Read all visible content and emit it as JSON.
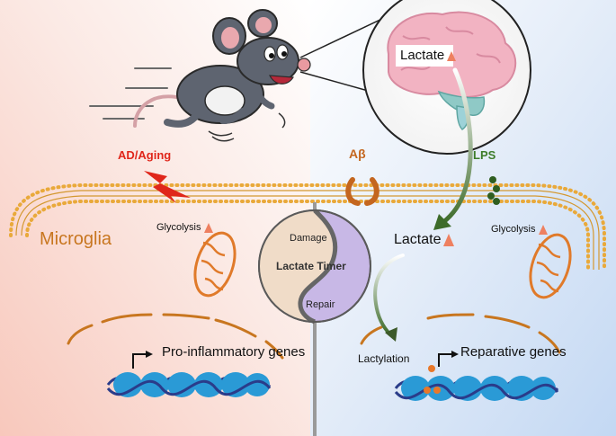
{
  "labels": {
    "brain_lactate": "Lactate",
    "ad_aging": "AD/Aging",
    "abeta": "Aβ",
    "lps": "LPS",
    "microglia": "Microglia",
    "glycolysis_left": "Glycolysis",
    "glycolysis_right": "Glycolysis",
    "lactate_center": "Lactate",
    "timer_damage": "Damage",
    "timer_title": "Lactate Timer",
    "timer_repair": "Repair",
    "pro_inflammatory": "Pro-inflammatory genes",
    "lactylation": "Lactylation",
    "reparative": "Reparative genes"
  },
  "icons": {
    "increase": "up-arrow-icon",
    "stimulus": "lightning-icon",
    "animal": "mouse",
    "organ": "brain"
  },
  "colors": {
    "ad_aging": "#e0261a",
    "abeta": "#c4661f",
    "lps": "#3e7d2a",
    "microglia": "#c8761f",
    "membrane": "#e9a93a",
    "mitochondria": "#e07a2a",
    "dna": "#2a9ad6",
    "dna_backbone": "#2a3c8a",
    "bg_left": "#f9cfc4",
    "bg_right": "#cfe0f5",
    "timer_damage": "#f0dcc8",
    "timer_repair": "#c8b8e6",
    "increase_arrow": "#ee8060"
  }
}
